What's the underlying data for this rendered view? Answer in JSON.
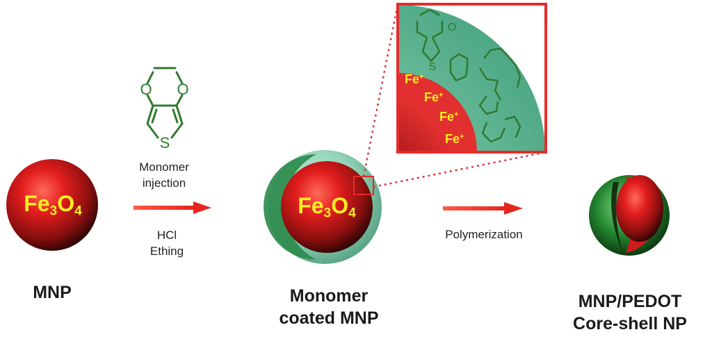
{
  "diagram": {
    "step1": {
      "particle_label": {
        "main": "Fe",
        "sub1": "3",
        "mid": "O",
        "sub2": "4"
      },
      "caption": "MNP"
    },
    "reaction1": {
      "monomer_top": "O",
      "monomer_right": "O",
      "monomer_sulfur": "S",
      "label_line1": "Monomer",
      "label_line2": "injection",
      "reagent_line1": "HCl",
      "reagent_line2": "Ething"
    },
    "step2": {
      "particle_label": {
        "main": "Fe",
        "sub1": "3",
        "mid": "O",
        "sub2": "4"
      },
      "caption_line1": "Monomer",
      "caption_line2": "coated MNP"
    },
    "inset": {
      "fe_labels": [
        {
          "text": "Fe",
          "charge": "+"
        },
        {
          "text": "Fe",
          "charge": "+"
        },
        {
          "text": "Fe",
          "charge": "+"
        },
        {
          "text": "Fe",
          "charge": "+"
        }
      ],
      "atom_O": "O",
      "atom_S": "S"
    },
    "reaction2": {
      "label": "Polymerization"
    },
    "step3": {
      "caption_line1": "MNP/PEDOT",
      "caption_line2": "Core-shell NP"
    },
    "colors": {
      "core_red": "#cc1a1a",
      "shell_green": "#2f9e5a",
      "arrow_red": "#e8322a",
      "molecule_green": "#2f7a2f",
      "label_yellow": "#ffee22",
      "inset_border": "#e32c2c"
    }
  }
}
